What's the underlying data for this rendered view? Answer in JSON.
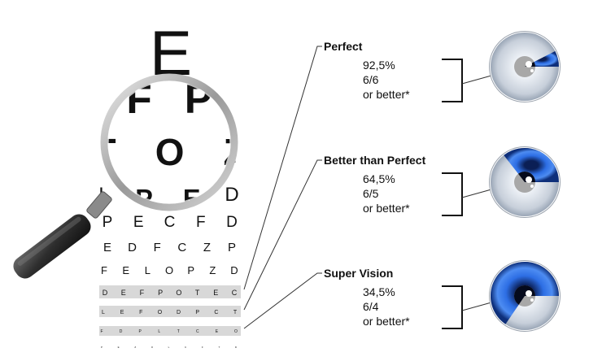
{
  "chart": {
    "big_letter": "E",
    "rows": [
      [
        "F",
        "P"
      ],
      [
        "T",
        "O",
        "Z"
      ],
      [
        "L",
        "P",
        "E",
        "D"
      ],
      [
        "P",
        "E",
        "C",
        "F",
        "D"
      ],
      [
        "E",
        "D",
        "F",
        "C",
        "Z",
        "P"
      ],
      [
        "F",
        "E",
        "L",
        "O",
        "P",
        "Z",
        "D"
      ],
      [
        "D",
        "E",
        "F",
        "P",
        "O",
        "T",
        "E",
        "C"
      ],
      [
        "L",
        "E",
        "F",
        "O",
        "D",
        "P",
        "C",
        "T"
      ],
      [
        "F",
        "D",
        "P",
        "L",
        "T",
        "C",
        "E",
        "O"
      ],
      [
        "P",
        "E",
        "Z",
        "O",
        "L",
        "C",
        "F",
        "T",
        "D"
      ]
    ]
  },
  "levels": [
    {
      "title": "Perfect",
      "percent": "92,5%",
      "ratio": "6/6",
      "note": "or better*",
      "value": 92.5
    },
    {
      "title": "Better than Perfect",
      "percent": "64,5%",
      "ratio": "6/5",
      "note": "or better*",
      "value": 64.5
    },
    {
      "title": "Super Vision",
      "percent": "34,5%",
      "ratio": "6/4",
      "note": "or better*",
      "value": 34.5
    }
  ],
  "colors": {
    "iris_gray": "#c9d1dc",
    "iris_blue": "#2f6fe0",
    "iris_dark": "#0d2a6e",
    "pupil_gray": "#a8a8a8",
    "magnifier_handle": "#3a3a3a",
    "row_highlight": "#d8d8d8"
  }
}
